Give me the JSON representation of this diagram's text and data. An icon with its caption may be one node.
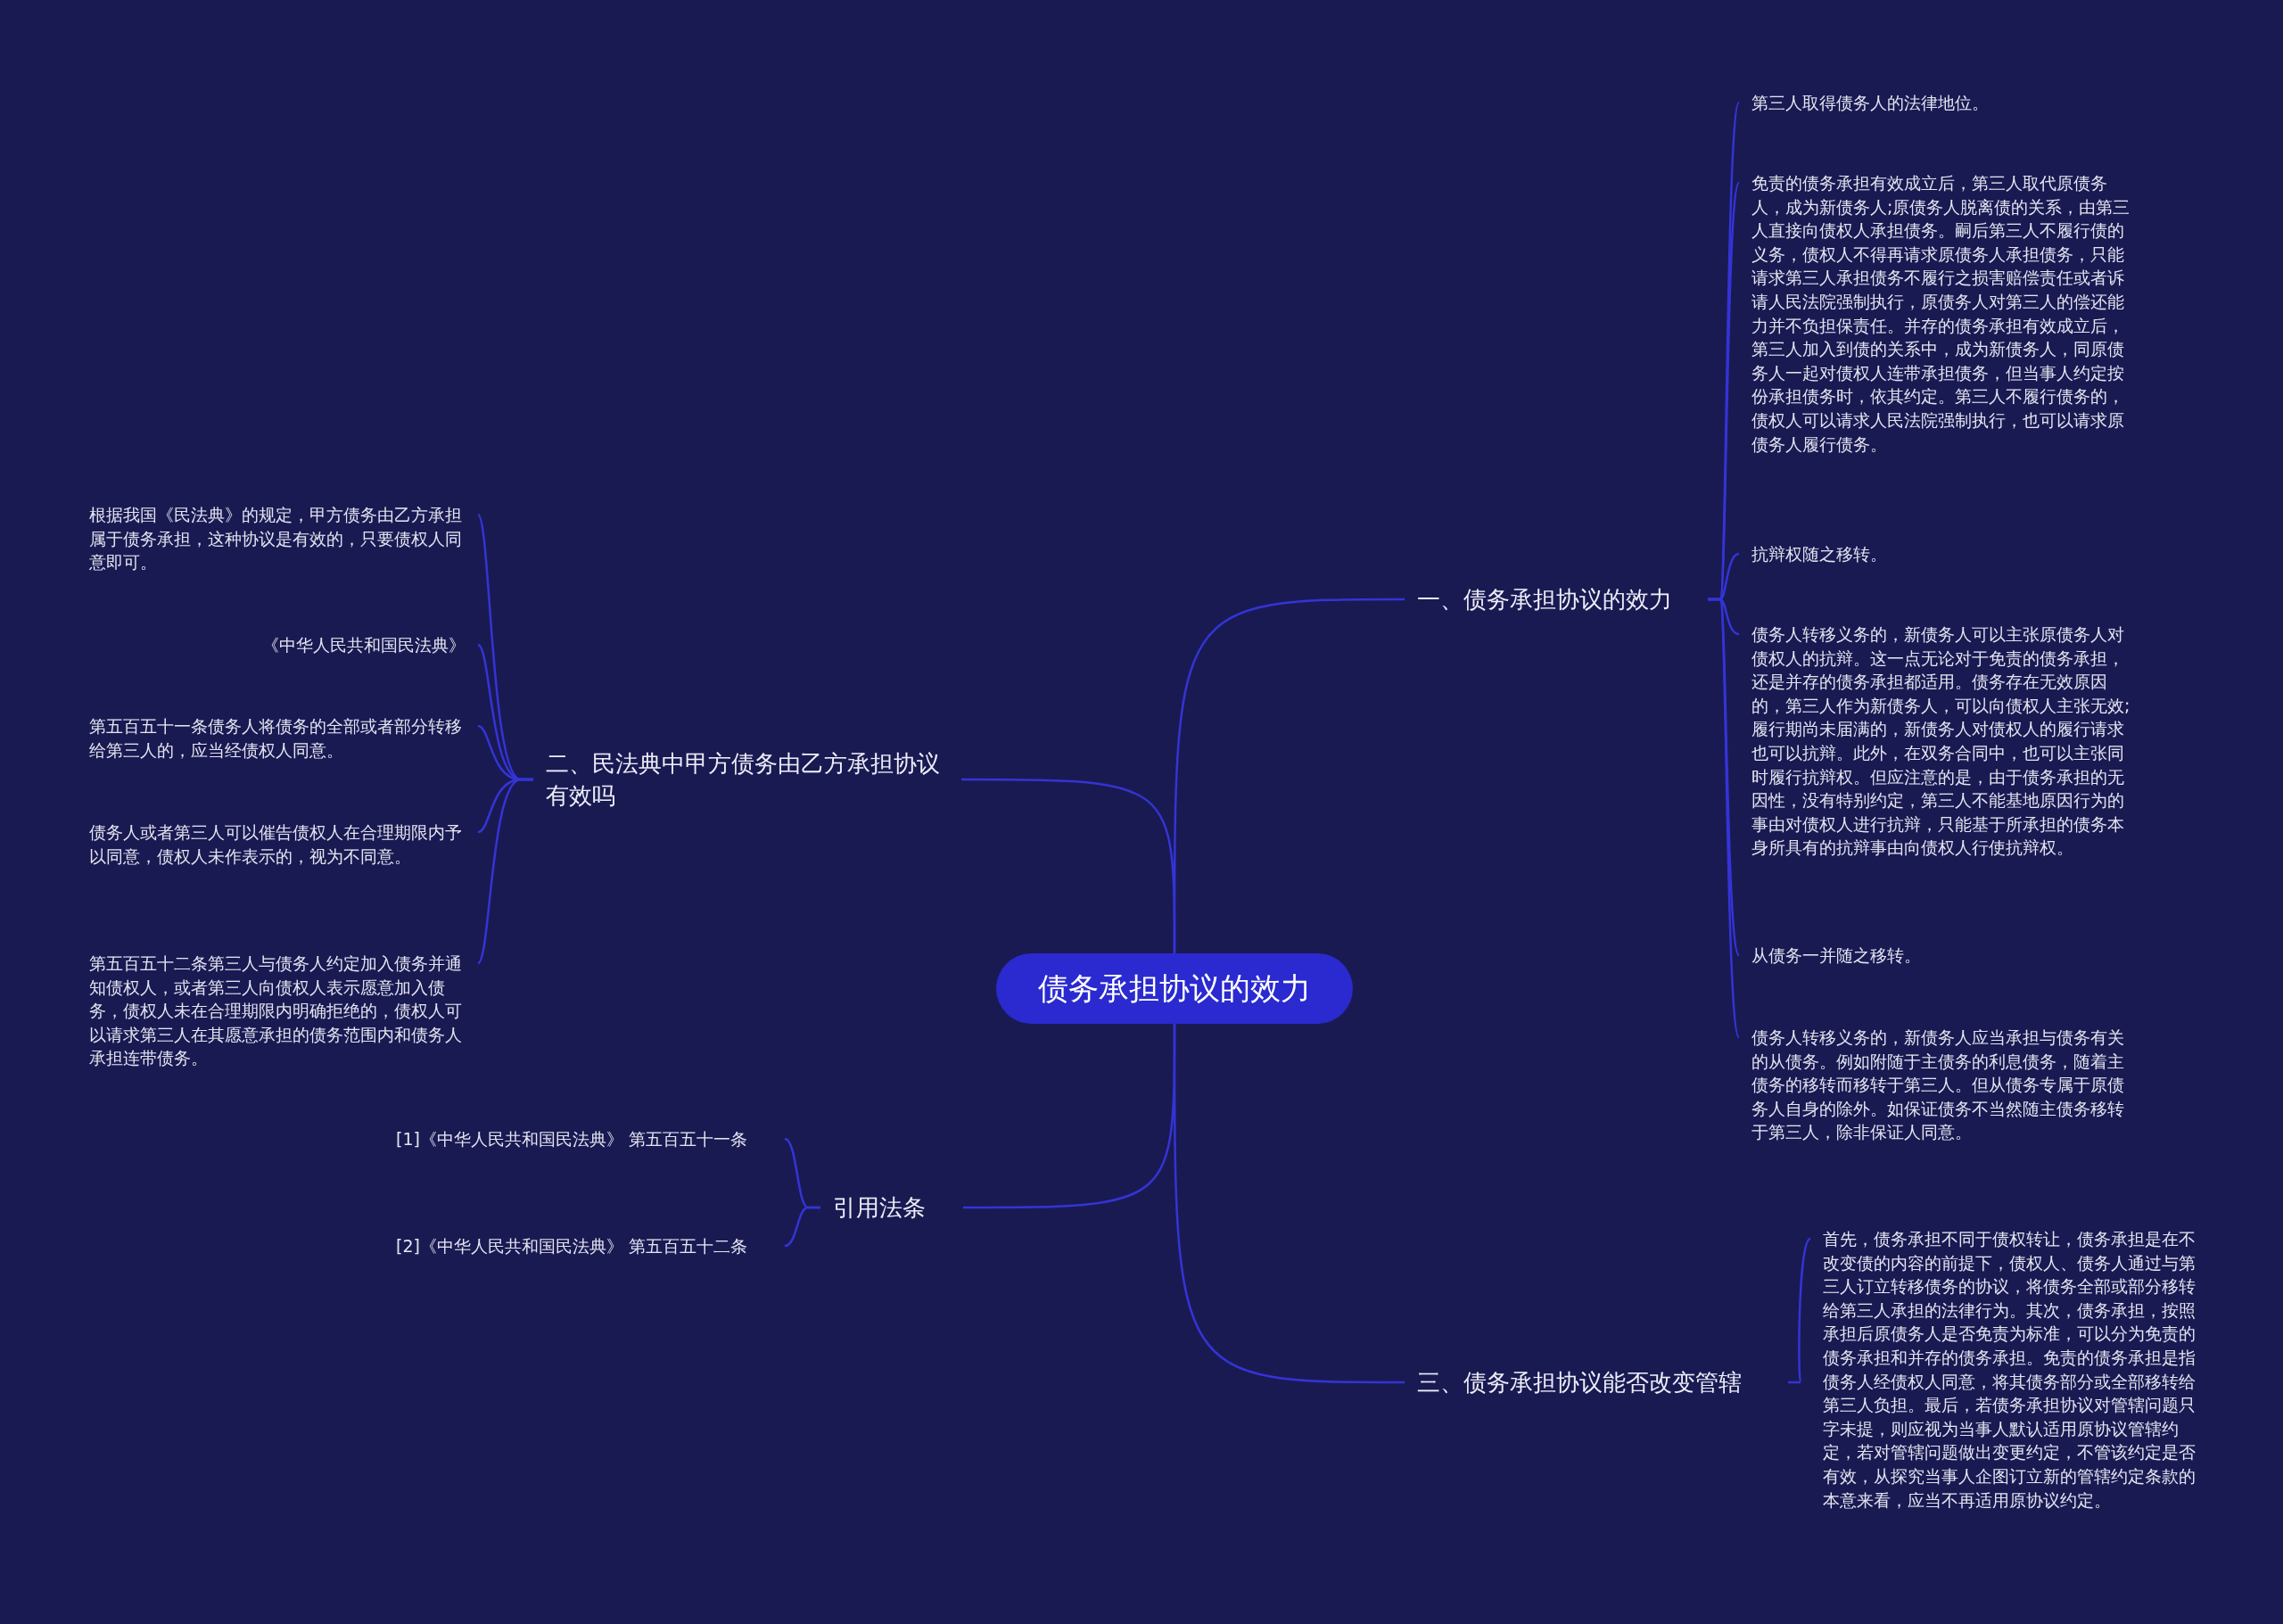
{
  "diagram": {
    "nodes": [
      {
        "text": [
          "债务承担协议的效力"
        ]
      },
      {
        "text": [
          "一、债务承担协议的效力"
        ]
      },
      {
        "text": [
          "第三人取得债务人的法律地位。"
        ]
      },
      {
        "text": [
          "免责的债务承担有效成立后，第三人取代原债务人，成为新债务人;原债务人脱离债的关系，由第三人直接向债权人承担债务。嗣后第三人不履行债的义务，债权人不得再请求原债务人承担债务，只能请求第三人承担债务不履行之损害赔偿责任或者诉请人民法院强制执行，原债务人对第三人的偿还能力并不负担保责任。并存的债务承担有效成立后，第三人加入到债的关系中，成为新债务人，同原债务人一起对债权人连带承担债务，但当事人约定按份承担债务时，依其约定。第三人不履行债务的，债权人可以请求人民法院强制执行，也可以请求原债务人履行债务。"
        ]
      },
      {
        "text": [
          "抗辩权随之移转。"
        ]
      },
      {
        "text": [
          "债务人转移义务的，新债务人可以主张原债务人对债权人的抗辩。这一点无论对于免责的债务承担，还是并存的债务承担都适用。债务存在无效原因的，第三人作为新债务人，可以向债权人主张无效;履行期尚未届满的，新债务人对债权人的履行请求也可以抗辩。此外，在双务合同中，也可以主张同时履行抗辩权。但应注意的是，由于债务承担的无因性，没有特别约定，第三人不能基地原因行为的事由对债权人进行抗辩，只能基于所承担的债务本身所具有的抗辩事由向债权人行使抗辩权。"
        ]
      },
      {
        "text": [
          "从债务一并随之移转。"
        ]
      },
      {
        "text": [
          "债务人转移义务的，新债务人应当承担与债务有关的从债务。例如附随于主债务的利息债务，随着主债务的移转而移转于第三人。但从债务专属于原债务人自身的除外。如保证债务不当然随主债务移转于第三人，除非保证人同意。"
        ]
      },
      {
        "text": [
          "二、民法典中甲方债务由乙方承担协议有效吗"
        ]
      },
      {
        "text": [
          "根据我国《民法典》的规定，甲方债务由乙方承担属于债务承担，这种协议是有效的，只要债权人同意即可。"
        ]
      },
      {
        "text": [
          "《中华人民共和国民法典》"
        ]
      },
      {
        "text": [
          "第五百五十一条债务人将债务的全部或者部分转移给第三人的，应当经债权人同意。"
        ]
      },
      {
        "text": [
          "债务人或者第三人可以催告债权人在合理期限内予以同意，债权人未作表示的，视为不同意。"
        ]
      },
      {
        "text": [
          "第五百五十二条第三人与债务人约定加入债务并通知债权人，或者第三人向债权人表示愿意加入债务，债权人未在合理期限内明确拒绝的，债权人可以请求第三人在其愿意承担的债务范围内和债务人承担连带债务。"
        ]
      },
      {
        "text": [
          "引用法条"
        ]
      },
      {
        "text": [
          "[1]《中华人民共和国民法典》 第五百五十一条"
        ]
      },
      {
        "text": [
          "[2]《中华人民共和国民法典》 第五百五十二条"
        ]
      },
      {
        "text": [
          "三、债务承担协议能否改变管辖"
        ]
      },
      {
        "text": [
          "首先，债务承担不同于债权转让，债务承担是在不改变债的内容的前提下，债权人、债务人通过与第三人订立转移债务的协议，将债务全部或部分移转给第三人承担的法律行为。其次，债务承担，按照承担后原债务人是否免责为标准，可以分为免责的债务承担和并存的债务承担。免责的债务承担是指债务人经债权人同意，将其债务部分或全部移转给第三人负担。最后，若债务承担协议对管辖问题只字未提，则应视为当事人默认适用原协议管辖约定，若对管辖问题做出变更约定，不管该约定是否有效，从探究当事人企图订立新的管辖约定条款的本意来看，应当不再适用原协议约定。"
        ]
      }
    ],
    "edges": [
      {
        "from": 0,
        "to": 1,
        "arrow": "none"
      },
      {
        "from": 1,
        "to": 2,
        "arrow": "none"
      },
      {
        "from": 1,
        "to": 3,
        "arrow": "none"
      },
      {
        "from": 1,
        "to": 4,
        "arrow": "none"
      },
      {
        "from": 1,
        "to": 5,
        "arrow": "none"
      },
      {
        "from": 1,
        "to": 6,
        "arrow": "none"
      },
      {
        "from": 1,
        "to": 7,
        "arrow": "none"
      },
      {
        "from": 0,
        "to": 8,
        "arrow": "none"
      },
      {
        "from": 8,
        "to": 9,
        "arrow": "none"
      },
      {
        "from": 8,
        "to": 10,
        "arrow": "none"
      },
      {
        "from": 8,
        "to": 11,
        "arrow": "none"
      },
      {
        "from": 8,
        "to": 12,
        "arrow": "none"
      },
      {
        "from": 8,
        "to": 13,
        "arrow": "none"
      },
      {
        "from": 0,
        "to": 14,
        "arrow": "none"
      },
      {
        "from": 14,
        "to": 15,
        "arrow": "none"
      },
      {
        "from": 14,
        "to": 16,
        "arrow": "none"
      },
      {
        "from": 0,
        "to": 17,
        "arrow": "none"
      },
      {
        "from": 17,
        "to": 18,
        "arrow": "none"
      }
    ]
  }
}
